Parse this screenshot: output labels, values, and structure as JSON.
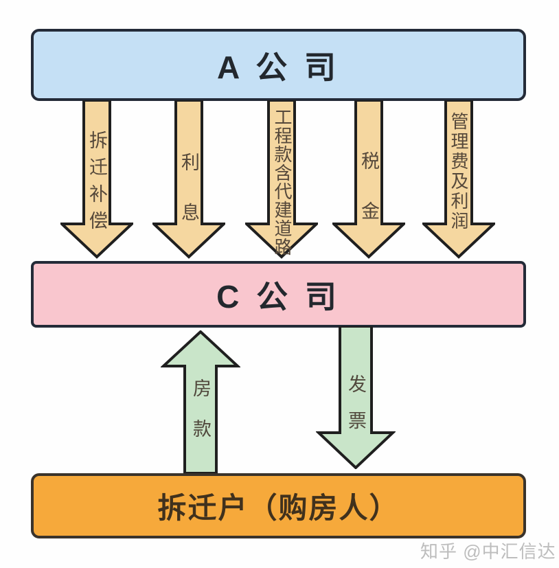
{
  "nodes": {
    "company_a": {
      "label": "A 公 司",
      "fill": "#c5e0f5",
      "border": "#242b38"
    },
    "company_c": {
      "label": "C 公 司",
      "fill": "#f9c6ce",
      "border": "#242b38"
    },
    "buyers": {
      "label": "拆迁户（购房人）",
      "fill": "#f6a93b",
      "border": "#3a332b"
    }
  },
  "flows_a_to_c": [
    {
      "label": "拆迁补偿"
    },
    {
      "label": "利息"
    },
    {
      "label": "工程款含代建道路"
    },
    {
      "label": "税金"
    },
    {
      "label": "管理费及利润"
    }
  ],
  "flow_buyers_to_c": {
    "label": "房款",
    "direction": "up"
  },
  "flow_c_to_buyers": {
    "label": "发票",
    "direction": "down"
  },
  "colors": {
    "flow_down_fill": "#f5d7a0",
    "flow_vertical_fill": "#c9e5c9",
    "outline": "#1f1f1f",
    "flow_label_color": "#55483a"
  },
  "watermark": {
    "text": "知乎 @中汇信达"
  }
}
